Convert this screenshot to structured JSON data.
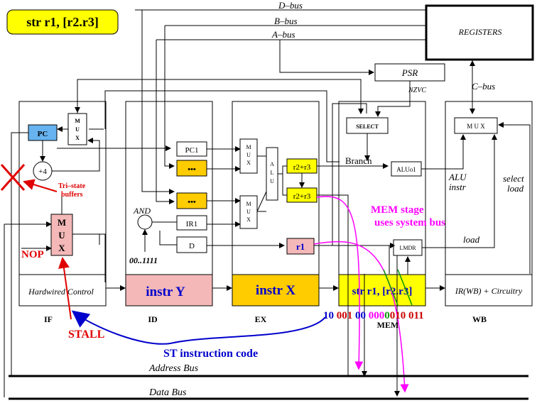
{
  "title": "str r1, [r2.r3]",
  "buses": {
    "d_bus": "D–bus",
    "b_bus": "B–bus",
    "a_bus": "A–bus",
    "c_bus": "C–bus",
    "address_bus": "Address Bus",
    "data_bus": "Data Bus"
  },
  "blocks": {
    "registers": "REGISTERS",
    "psr": "PSR",
    "nzvc": "NZVC",
    "select": "SELECT",
    "pc": "PC",
    "plus4": "+4",
    "mux_if_top": [
      "M",
      "U",
      "X"
    ],
    "mux_if_main": [
      "M",
      "U",
      "X"
    ],
    "pc1": "PC1",
    "ir1": "IR1",
    "d": "D",
    "dots": "•••",
    "and": "AND",
    "zeros": "00..1111",
    "mux_ex": [
      "M",
      "U",
      "X"
    ],
    "alu": [
      "A",
      "L",
      "U"
    ],
    "r2r3": "r2+r3",
    "r1": "r1",
    "branch": "Branch",
    "aluo1": "ALUo1",
    "lmdr": "LMDR",
    "mux_wb": "M U X",
    "alu_instr": [
      "ALU",
      "instr"
    ],
    "select_load": [
      "select",
      "load"
    ],
    "load": "load"
  },
  "stage_boxes": {
    "if": "Hardwired Control",
    "id": "instr Y",
    "ex": "instr X",
    "mem": "str r1, [r2.r3]",
    "wb": "IR(WB) + Circuitry"
  },
  "stage_labels": [
    "IF",
    "ID",
    "EX",
    "MEM",
    "WB"
  ],
  "annotations": {
    "tristate": [
      "Tri–state",
      "buffers"
    ],
    "nop": "NOP",
    "stall": "STALL",
    "mem_stage": [
      "MEM stage",
      "uses system bus"
    ],
    "st_code": "ST instruction code"
  },
  "instruction_code": [
    {
      "text": "10",
      "color": "#0000cc"
    },
    {
      "text": "001",
      "color": "#cc0000"
    },
    {
      "text": "00",
      "color": "#0000cc"
    },
    {
      "text": "000",
      "color": "#ff00ff"
    },
    {
      "text": "0",
      "color": "#009900"
    },
    {
      "text": "010",
      "color": "#cc0000"
    },
    {
      "text": "011",
      "color": "#cc0000"
    }
  ],
  "colors": {
    "yellow": "#ffff00",
    "gold": "#ffcc00",
    "pink": "#f4b8b8",
    "blue_pc": "#66b3f0",
    "magenta": "#ff00ff",
    "red": "#e00000",
    "blue": "#0000cc"
  }
}
